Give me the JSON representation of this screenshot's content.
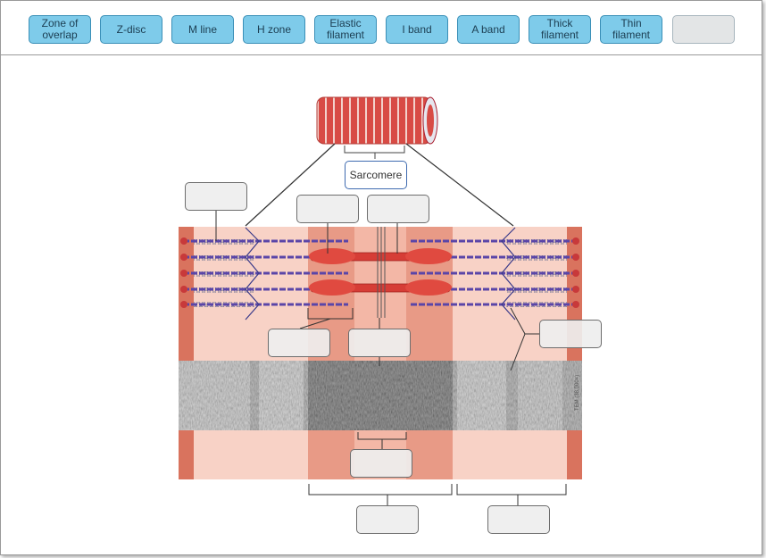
{
  "word_bank": [
    {
      "label": "Zone of\noverlap",
      "filled": true
    },
    {
      "label": "Z-disc",
      "filled": true
    },
    {
      "label": "M line",
      "filled": true
    },
    {
      "label": "H zone",
      "filled": true
    },
    {
      "label": "Elastic\nfilament",
      "filled": true
    },
    {
      "label": "I band",
      "filled": true
    },
    {
      "label": "A band",
      "filled": true
    },
    {
      "label": "Thick\nfilament",
      "filled": true
    },
    {
      "label": "Thin\nfilament",
      "filled": true
    },
    {
      "label": "",
      "filled": false
    }
  ],
  "diagram": {
    "sarcomere_label": "Sarcomere",
    "micrograph_caption": "TEM (38,000×)",
    "drop_targets": [
      "",
      "",
      "",
      "",
      "",
      "",
      "",
      "",
      "",
      ""
    ]
  },
  "colors": {
    "chip_fill": "#7ecbea",
    "chip_border": "#3a8fb7",
    "band_light": "#f8d2c6",
    "band_mid": "#f0b2a2",
    "band_dark": "#e08a74",
    "zdisc": "#d9735e",
    "thick_filament": "#d63d36",
    "thin_filament": "#5a45a8"
  }
}
